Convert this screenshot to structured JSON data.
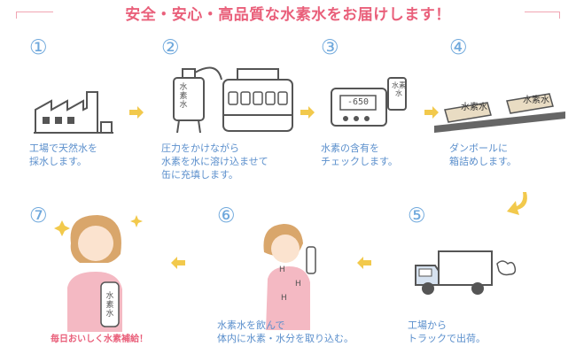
{
  "header": {
    "title": "安全・安心・高品質な水素水をお届けします！"
  },
  "steps": [
    {
      "num": "①",
      "lines": [
        "工場で天然水を",
        "採水します。"
      ]
    },
    {
      "num": "②",
      "lines": [
        "圧力をかけながら",
        "水素を水に溶け込ませて",
        "缶に充填します。"
      ]
    },
    {
      "num": "③",
      "lines": [
        "水素の含有を",
        "チェックします。"
      ]
    },
    {
      "num": "④",
      "lines": [
        "ダンボールに",
        "箱詰めします。"
      ]
    },
    {
      "num": "⑤",
      "lines": [
        "工場から",
        "トラックで出荷。"
      ]
    },
    {
      "num": "⑥",
      "lines": [
        "水素水を飲んで",
        "体内に水素・水分を取り込む。"
      ]
    },
    {
      "num": "⑦",
      "lines": [
        "毎日おいしく水素補給！"
      ]
    }
  ],
  "labels": {
    "tank": "水素水",
    "meter": "-650",
    "box": "水素水",
    "bottle": "水素水",
    "molecule": "H"
  },
  "colors": {
    "accent": "#e95f7a",
    "step_blue": "#5b8fcc",
    "arrow_yellow": "#f2c94c",
    "line_gray": "#555555"
  }
}
